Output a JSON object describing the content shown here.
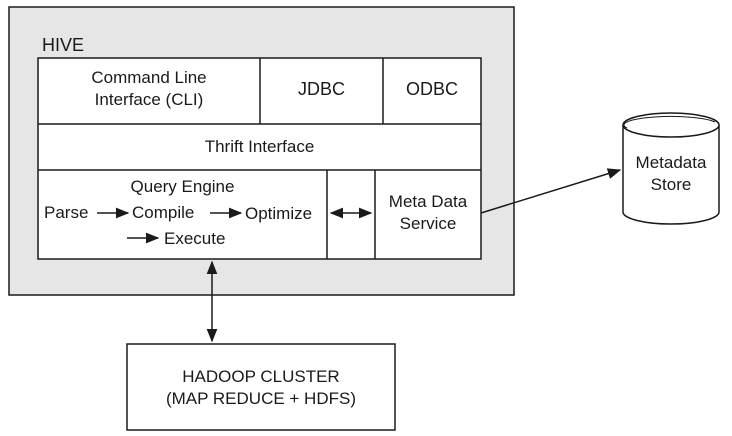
{
  "hive": {
    "title": "HIVE",
    "cli_line1": "Command Line",
    "cli_line2": "Interface (CLI)",
    "jdbc": "JDBC",
    "odbc": "ODBC",
    "thrift": "Thrift Interface",
    "query_engine": {
      "title": "Query Engine",
      "parse": "Parse",
      "compile": "Compile",
      "optimize": "Optimize",
      "execute": "Execute"
    },
    "meta_service_line1": "Meta Data",
    "meta_service_line2": "Service"
  },
  "metadata_store": {
    "line1": "Metadata",
    "line2": "Store"
  },
  "hadoop": {
    "line1": "HADOOP CLUSTER",
    "line2": "(MAP REDUCE + HDFS)"
  },
  "colors": {
    "outer_fill": "#e6e6e6",
    "line": "#1a1a1a",
    "box_fill": "#ffffff"
  }
}
